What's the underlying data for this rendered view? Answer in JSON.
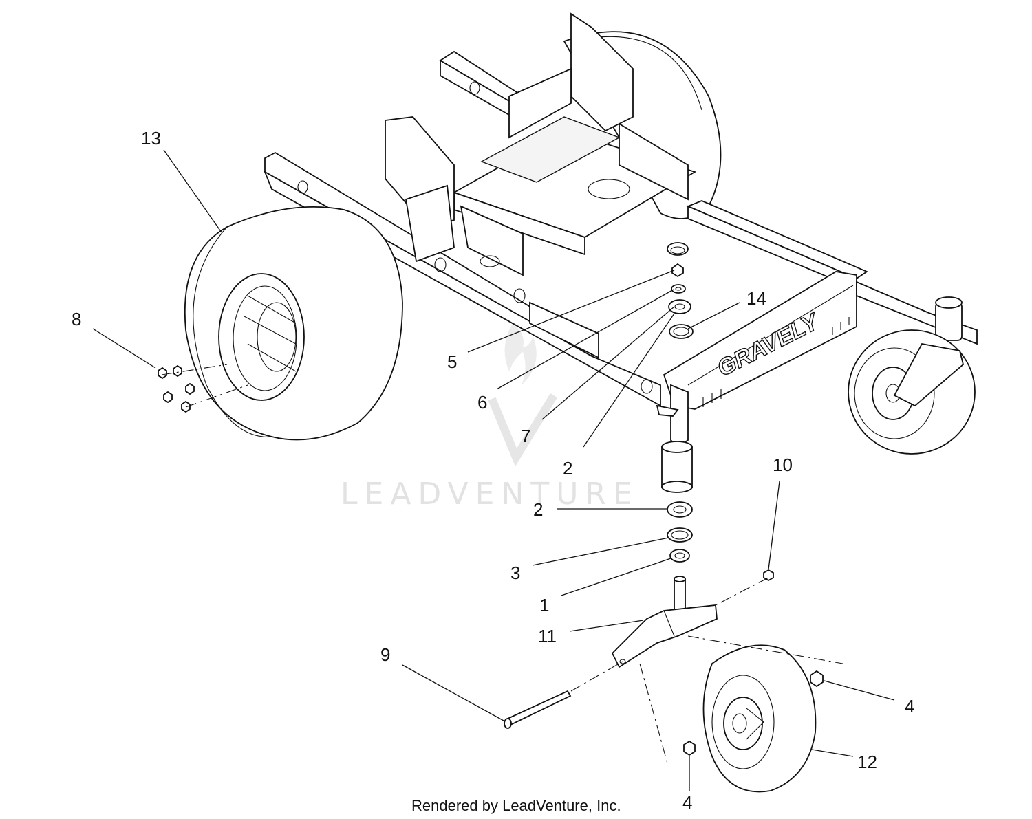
{
  "watermark": "LEADVENTURE",
  "brand_text": "GRAVELY",
  "footer": "Rendered by LeadVenture, Inc.",
  "callouts": [
    {
      "id": "13",
      "label": "13"
    },
    {
      "id": "8",
      "label": "8"
    },
    {
      "id": "14",
      "label": "14"
    },
    {
      "id": "5",
      "label": "5"
    },
    {
      "id": "6",
      "label": "6"
    },
    {
      "id": "7",
      "label": "7"
    },
    {
      "id": "2a",
      "label": "2"
    },
    {
      "id": "10",
      "label": "10"
    },
    {
      "id": "2b",
      "label": "2"
    },
    {
      "id": "3",
      "label": "3"
    },
    {
      "id": "1",
      "label": "1"
    },
    {
      "id": "11",
      "label": "11"
    },
    {
      "id": "9",
      "label": "9"
    },
    {
      "id": "4a",
      "label": "4"
    },
    {
      "id": "12",
      "label": "12"
    },
    {
      "id": "4b",
      "label": "4"
    }
  ]
}
